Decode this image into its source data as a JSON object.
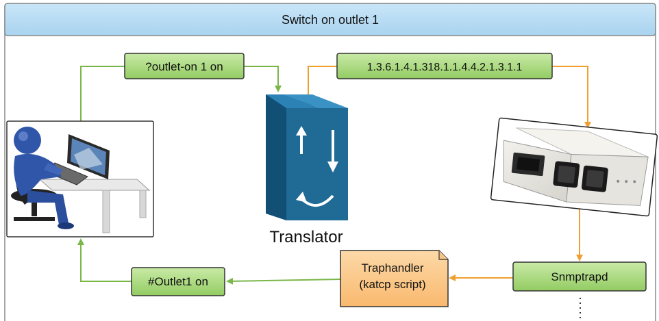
{
  "title": "Switch on outlet 1",
  "nodes": {
    "command_box": "?outlet-on 1 on",
    "oid_box": "1.3.6.1.4.1.318.1.1.4.4.2.1.3.1.1",
    "translator_label": "Translator",
    "snmptrapd_box": "Snmptrapd",
    "traphandler_line1": "Traphandler",
    "traphandler_line2": "(katcp script)",
    "response_box": "#Outlet1 on"
  },
  "images": {
    "computer_user": "computer-user-icon",
    "translator": "server-tower-icon",
    "pdu": "power-distribution-unit-photo"
  },
  "colors": {
    "green_link": "#7ab648",
    "orange_link": "#f0a030",
    "green_fill": "#a9d77f",
    "orange_fill": "#fbc98b",
    "header_fill": "#b7dcf2",
    "translator_blue": "#1f6b96"
  }
}
